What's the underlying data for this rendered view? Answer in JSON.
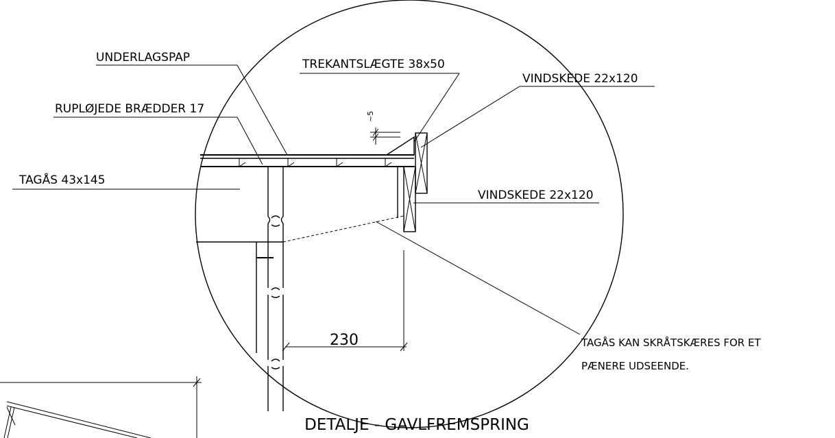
{
  "labels": {
    "underlagspap": "UNDERLAGSPAP",
    "trekantslaegte": "TREKANTSLÆGTE 38x50",
    "vindskede_top": "VINDSKEDE 22x120",
    "ruploejede": "RUPLØJEDE BRÆDDER 17",
    "tagaas": "TAGÅS 43x145",
    "vindskede_side": "VINDSKEDE 22x120",
    "skraa_line1": "TAGÅS KAN SKRÅTSKÆRES FOR ET",
    "skraa_line2": "PÆNERE UDSEENDE.",
    "dim_230": "230",
    "dim_5": "~5",
    "title": "DETALJE - GAVLFREMSPRING"
  }
}
